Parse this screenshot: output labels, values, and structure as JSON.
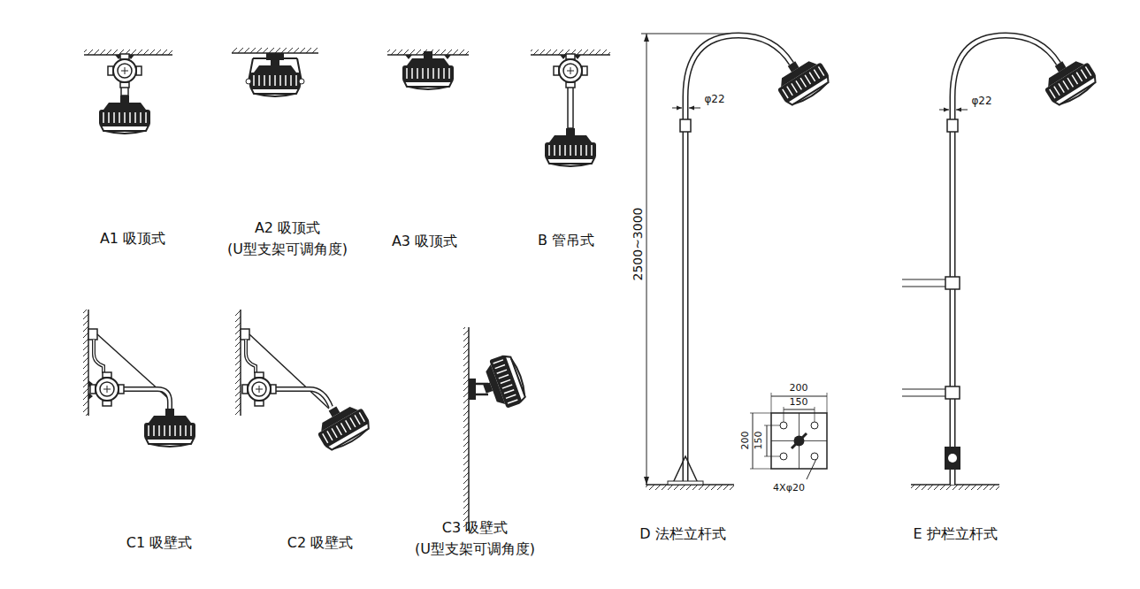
{
  "diagram": {
    "labels": [
      "A1 吸顶式",
      "A2 吸顶式",
      "(U型支架可调角度)",
      "A3 吸顶式",
      "B 管吊式",
      "φ22",
      "2500~3000",
      "200",
      "150",
      "200",
      "150",
      "4Xφ20",
      "φ22",
      "C1 吸壁式",
      "C2 吸壁式",
      "C3 吸壁式",
      "(U型支架可调角度)",
      "D 法栏立杆式",
      "E 护栏立杆式"
    ]
  }
}
